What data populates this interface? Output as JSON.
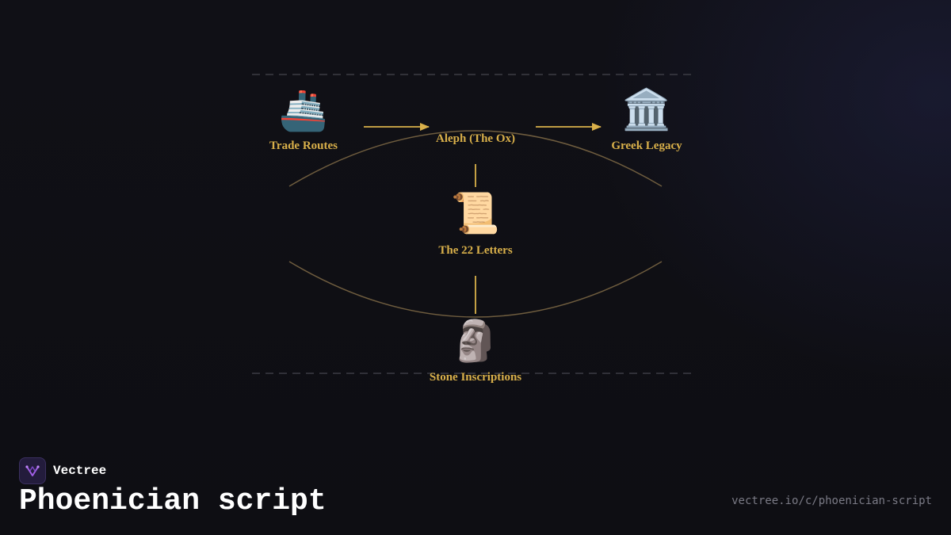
{
  "diagram": {
    "nodes": [
      {
        "id": "trade",
        "label": "Trade Routes",
        "icon": "🚢",
        "icon_name": "ship-icon"
      },
      {
        "id": "aleph",
        "label": "Aleph (The Ox)",
        "icon": "",
        "icon_name": ""
      },
      {
        "id": "greek",
        "label": "Greek Legacy",
        "icon": "🏛️",
        "icon_name": "classical-building-icon"
      },
      {
        "id": "letters",
        "label": "The 22 Letters",
        "icon": "📜",
        "icon_name": "scroll-icon"
      },
      {
        "id": "stone",
        "label": "Stone Inscriptions",
        "icon": "🗿",
        "icon_name": "moai-icon"
      }
    ],
    "edges": [
      {
        "from": "trade",
        "to": "aleph",
        "arrow": true
      },
      {
        "from": "aleph",
        "to": "greek",
        "arrow": true
      },
      {
        "from": "aleph",
        "to": "letters",
        "arrow": false
      },
      {
        "from": "letters",
        "to": "stone",
        "arrow": false
      }
    ],
    "colors": {
      "label": "#d9b04a",
      "connector": "#d9b04a",
      "arc": "#6e5c3e",
      "dashed_rule": "#3c3c44"
    }
  },
  "brand": {
    "name": "Vectree",
    "logo_icon": "vectree-logo-icon",
    "logo_color": "#a15fe6"
  },
  "page": {
    "title": "Phoenician script",
    "url": "vectree.io/c/phoenician-script"
  }
}
